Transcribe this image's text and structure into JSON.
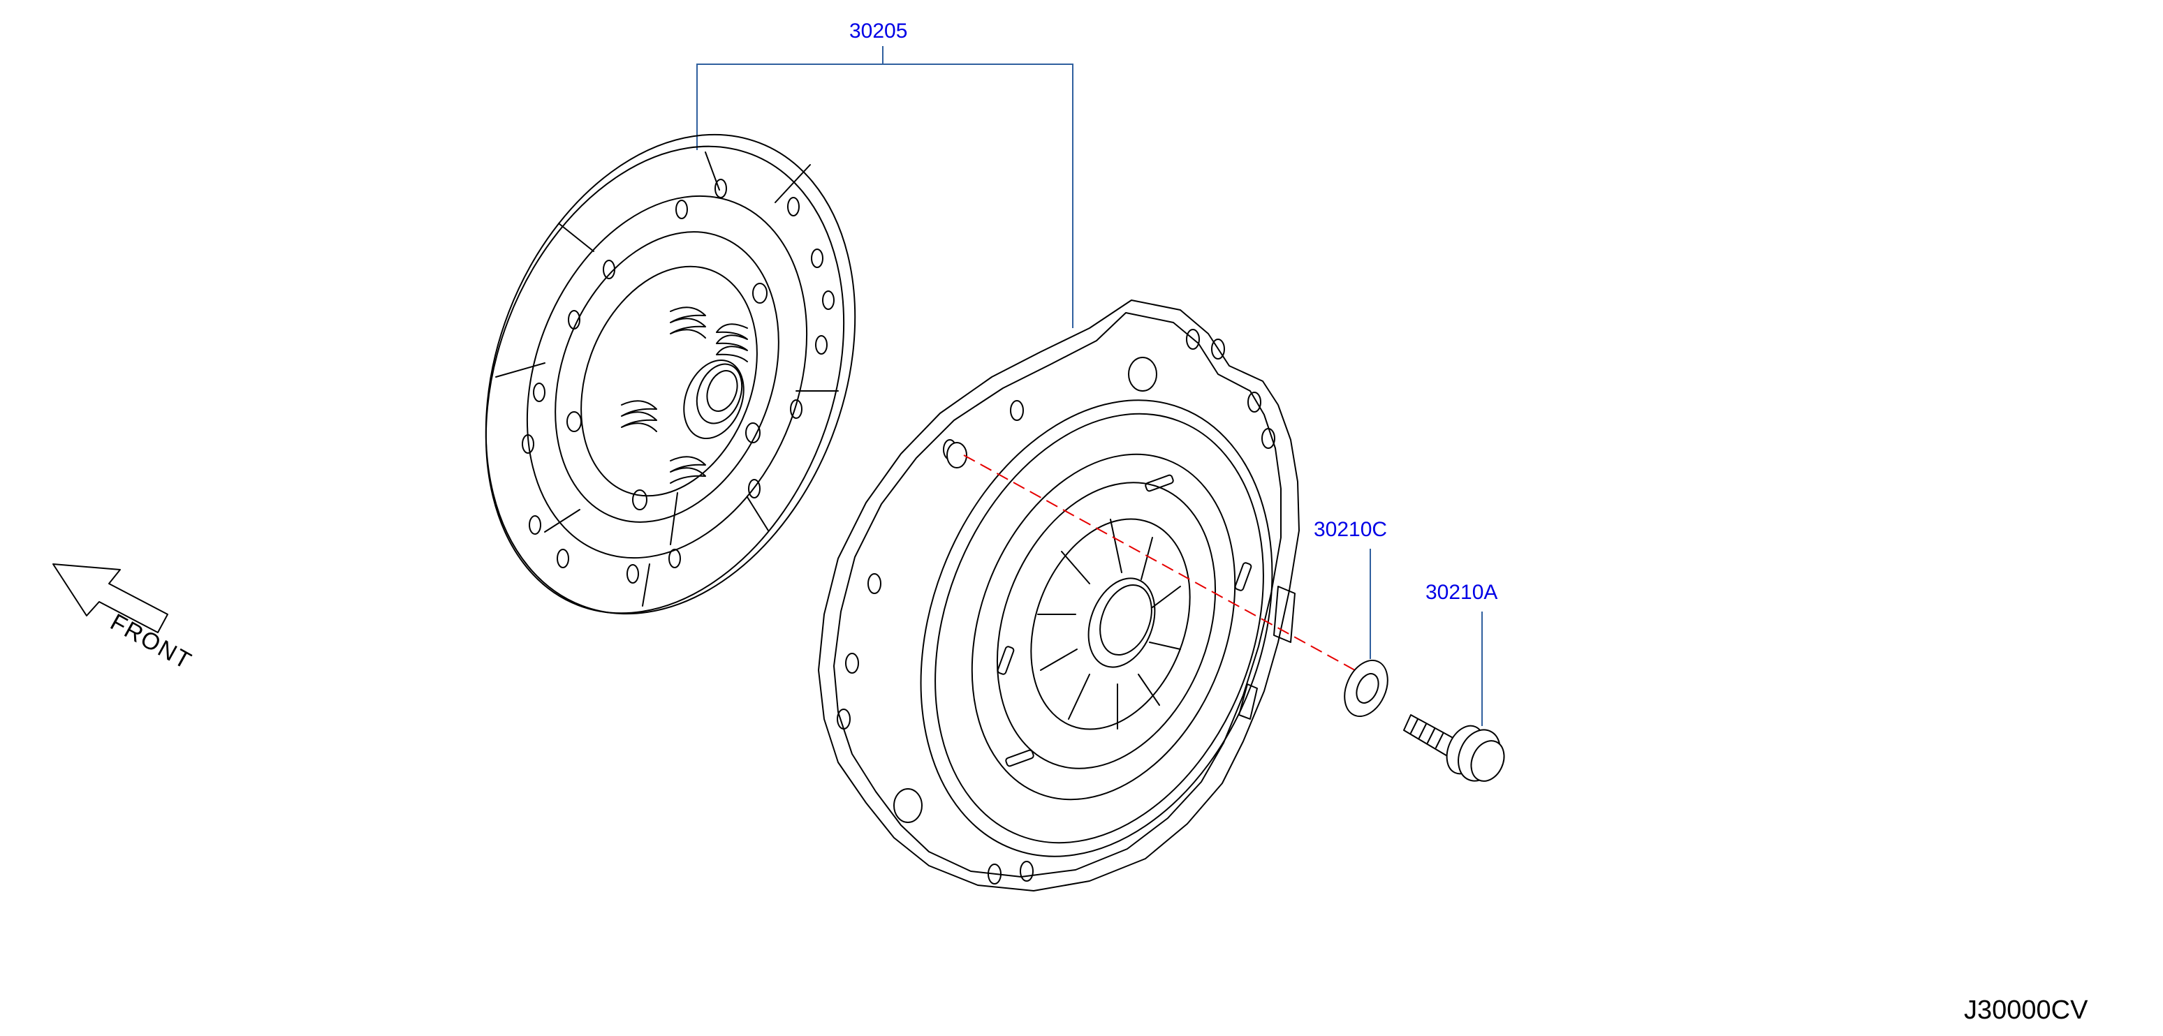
{
  "diagram": {
    "code": "J30000CV",
    "direction_label": "FRONT",
    "callouts": [
      {
        "part_number": "30205"
      },
      {
        "part_number": "30210C"
      },
      {
        "part_number": "30210A"
      }
    ],
    "colors": {
      "callout_text": "#0000e6",
      "leader_line": "#2f5f9e",
      "centerline": "#e60000",
      "drawing_ink": "#000000"
    }
  }
}
